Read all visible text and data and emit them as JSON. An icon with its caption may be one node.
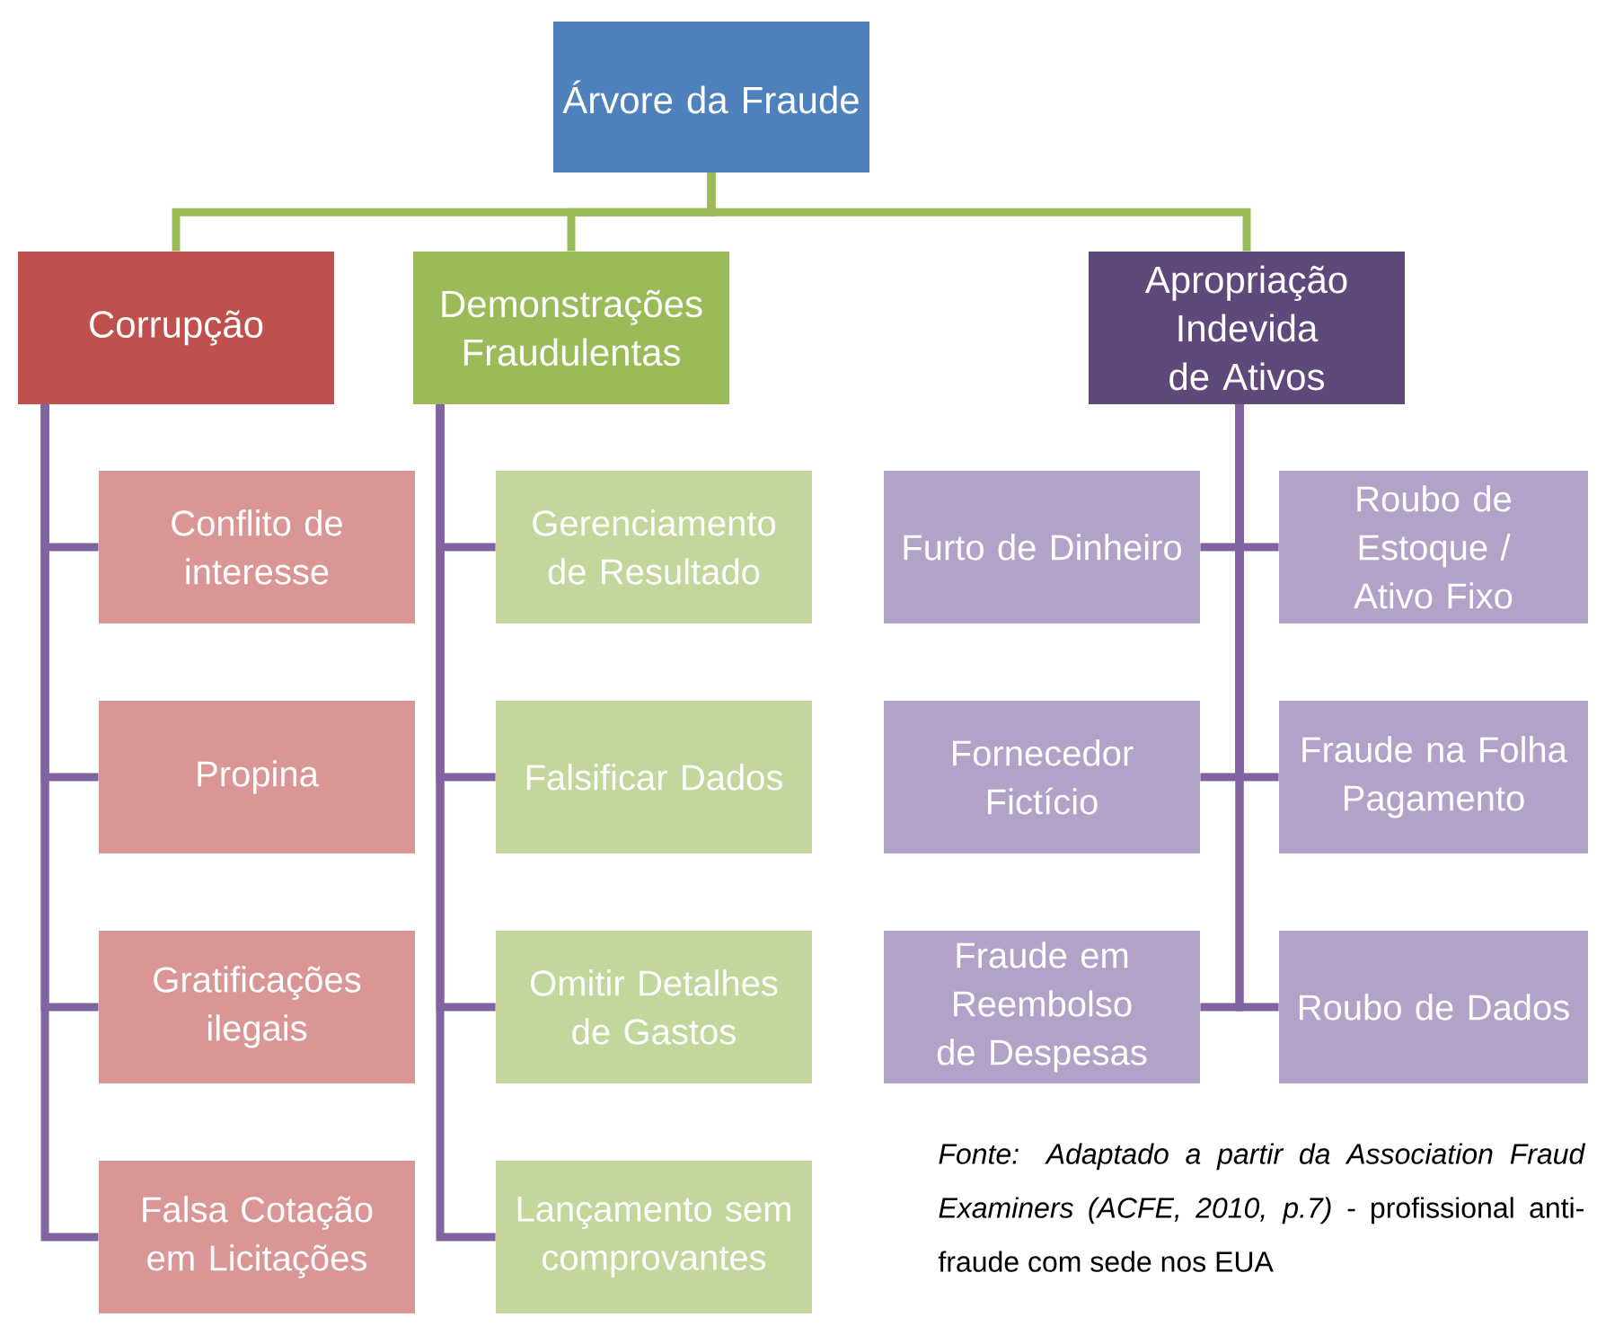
{
  "diagram": {
    "caption": "*Fonte: Adaptado a partir da Association Fraud Examiners (ACFE, 2010, p.7) -* profissional anti-fraude com sede nos EUA",
    "nodes": [
      {
        "text": [
          "Árvore da Fraude"
        ]
      },
      {
        "text": [
          "Corrupção"
        ]
      },
      {
        "text": [
          "Demonstrações Fraudulentas"
        ]
      },
      {
        "text": [
          "Apropriação Indevida de Ativos"
        ]
      },
      {
        "text": [
          "Conflito de interesse"
        ]
      },
      {
        "text": [
          "Propina"
        ]
      },
      {
        "text": [
          "Gratificações ilegais"
        ]
      },
      {
        "text": [
          "Falsa Cotação em Licitações"
        ]
      },
      {
        "text": [
          "Gerenciamento de Resultado"
        ]
      },
      {
        "text": [
          "Falsificar Dados"
        ]
      },
      {
        "text": [
          "Omitir Detalhes de Gastos"
        ]
      },
      {
        "text": [
          "Lançamento sem comprovantes"
        ]
      },
      {
        "text": [
          "Furto de Dinheiro"
        ]
      },
      {
        "text": [
          "Roubo de Estoque / Ativo Fixo"
        ]
      },
      {
        "text": [
          "Fornecedor Fictício"
        ]
      },
      {
        "text": [
          "Fraude na Folha Pagamento"
        ]
      },
      {
        "text": [
          "Fraude em Reembolso de Despesas"
        ]
      },
      {
        "text": [
          "Roubo de Dados"
        ]
      }
    ],
    "edges": [
      {
        "from": 0,
        "to": 1,
        "arrow": "none",
        "color": "#9bbb59"
      },
      {
        "from": 0,
        "to": 2,
        "arrow": "none",
        "color": "#9bbb59"
      },
      {
        "from": 0,
        "to": 3,
        "arrow": "none",
        "color": "#9bbb59"
      },
      {
        "from": 1,
        "to": 4,
        "arrow": "none"
      },
      {
        "from": 1,
        "to": 5,
        "arrow": "none"
      },
      {
        "from": 1,
        "to": 6,
        "arrow": "none"
      },
      {
        "from": 1,
        "to": 7,
        "arrow": "none"
      },
      {
        "from": 2,
        "to": 8,
        "arrow": "none"
      },
      {
        "from": 2,
        "to": 9,
        "arrow": "none"
      },
      {
        "from": 2,
        "to": 10,
        "arrow": "none"
      },
      {
        "from": 2,
        "to": 11,
        "arrow": "none"
      },
      {
        "from": 3,
        "to": 12,
        "arrow": "none"
      },
      {
        "from": 3,
        "to": 13,
        "arrow": "none"
      },
      {
        "from": 3,
        "to": 14,
        "arrow": "none"
      },
      {
        "from": 3,
        "to": 15,
        "arrow": "none"
      },
      {
        "from": 3,
        "to": 16,
        "arrow": "none"
      },
      {
        "from": 3,
        "to": 17,
        "arrow": "none"
      }
    ]
  }
}
